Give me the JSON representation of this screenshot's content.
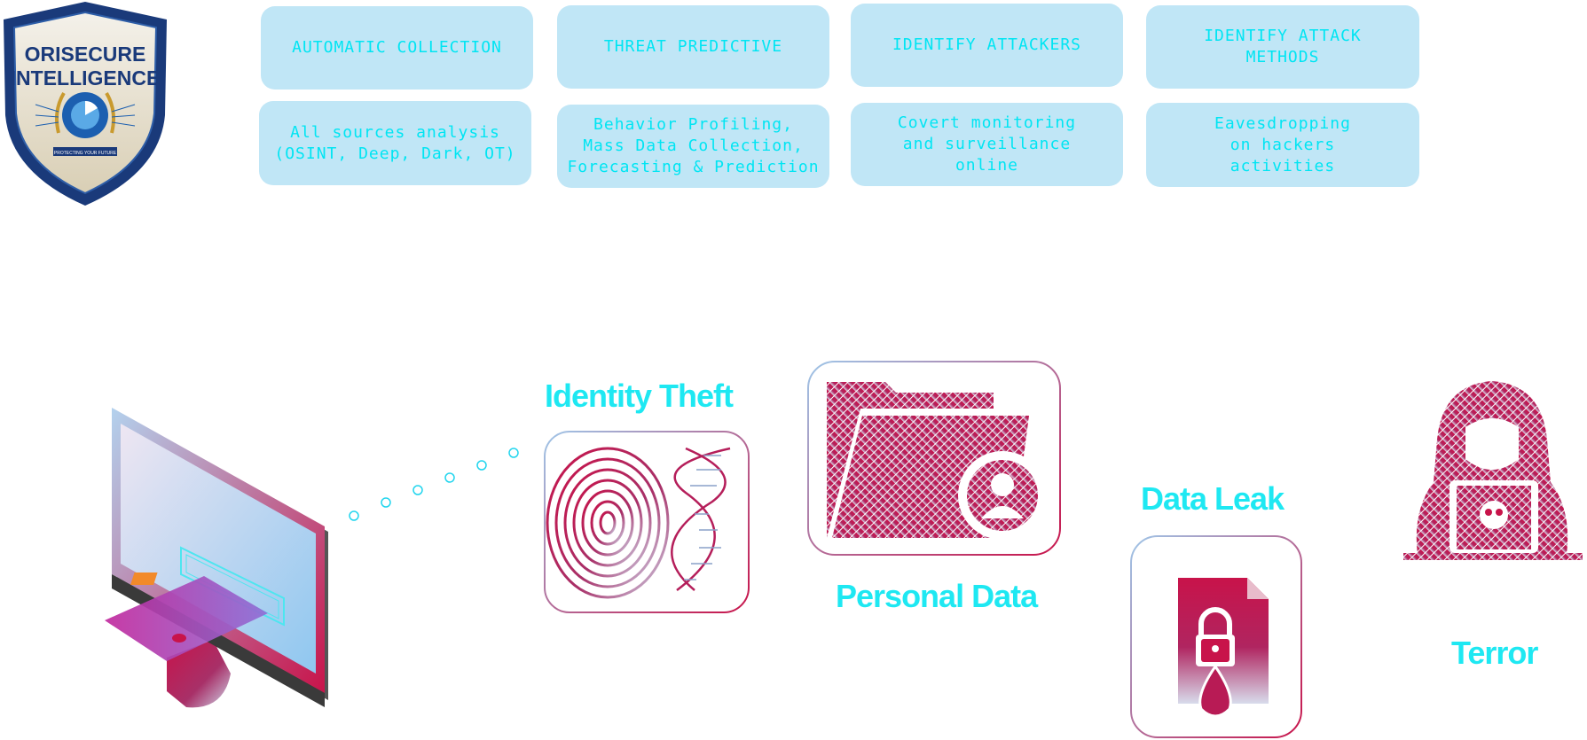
{
  "logo": {
    "line1": "ORISECURE",
    "line2": "INTELLIGENCE",
    "tagline": "PROTECTING YOUR FUTURE"
  },
  "capabilities": [
    {
      "title": "AUTOMATIC COLLECTION",
      "detail": "All sources analysis\n(OSINT, Deep, Dark, OT)"
    },
    {
      "title": "THREAT PREDICTIVE",
      "detail": "Behavior Profiling,\nMass Data Collection,\nForecasting & Prediction"
    },
    {
      "title": "IDENTIFY ATTACKERS",
      "detail": "Covert monitoring\nand surveillance\nonline"
    },
    {
      "title": "IDENTIFY ATTACK\nMETHODS",
      "detail": "Eavesdropping\non hackers\nactivities"
    }
  ],
  "threats": {
    "identity_theft": "Identity Theft",
    "personal_data": "Personal Data",
    "data_leak": "Data Leak",
    "terror": "Terror"
  },
  "colors": {
    "card_bg": "#c0e6f6",
    "card_text": "#00e5f3",
    "label": "#1ee8f2",
    "threat_red": "#c8134a",
    "navy": "#1a3a7a"
  },
  "icons": {
    "logo": "shield-logo-icon",
    "computer": "computer-card-icon",
    "fingerprint": "fingerprint-icon",
    "dna": "dna-icon",
    "folder": "user-folder-icon",
    "leak": "leaking-document-icon",
    "hacker": "hooded-hacker-icon"
  }
}
